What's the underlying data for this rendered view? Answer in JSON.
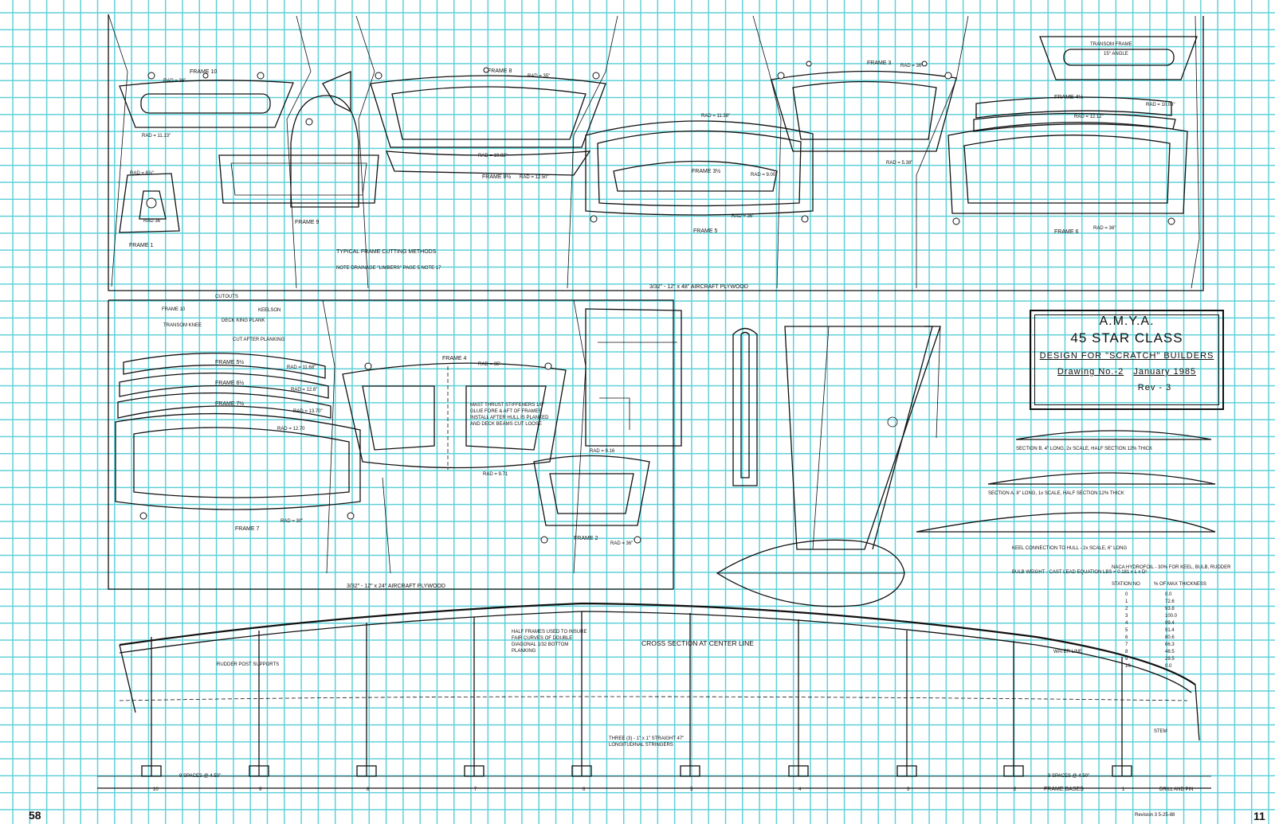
{
  "title_block": {
    "line1": "A.M.Y.A.",
    "line2": "45 STAR CLASS",
    "line3": "DESIGN FOR \"SCRATCH\" BUILDERS",
    "drawing": "Drawing No.-2",
    "date": "January 1985",
    "rev": "Rev - 3"
  },
  "page_left": "58",
  "page_right": "11",
  "frames": {
    "f10": "FRAME 10",
    "f9": "FRAME 9",
    "f8": "FRAME 8",
    "f8h": "FRAME 8½",
    "f3": "FRAME 3",
    "f3h": "FRAME 3½",
    "f5": "FRAME 5",
    "f4h": "FRAME 4½",
    "f6": "FRAME 6",
    "f1": "FRAME 1",
    "f5h": "FRAME 5½",
    "f6h": "FRAME 6½",
    "f7h": "FRAME 7½",
    "f7": "FRAME 7",
    "f4": "FRAME 4",
    "f2": "FRAME 2",
    "transom": "TRANSOM FRAME",
    "transom_angle": "15° ANGLE",
    "transom_knee": "TRANSOM KNEE",
    "frame10_top": "FRAME 10",
    "cutouts": "CUTOUTS",
    "keelson": "KEELSON",
    "deck_king": "DECK KING PLANK",
    "cut_after": "CUT AFTER PLANKING"
  },
  "radii": {
    "r10": "RAD = 36\"",
    "r10b": "RAD = 11.13\"",
    "r8": "RAD = 35\"",
    "r8h": "RAD = 19.82\"",
    "r8h2": "RAD = 12.50\"",
    "r3": "RAD = 36\"",
    "r3b": "RAD = 5.38\"",
    "r3h": "RAD = 11.38\"",
    "r3h2": "RAD = 9.00\"",
    "r5": "RAD = 36\"",
    "r45": "RAD = 10.08\"",
    "r45b": "RAD = 12.12\"",
    "r6": "RAD = 36\"",
    "r1": "RAD = 8⅞\"",
    "r1b": "RAD 36\"",
    "r55": "RAD = 11.68\"",
    "r65": "RAD = 12.6\"",
    "r75": "RAD = 13.70\"",
    "r7a": "RAD = 12.70",
    "r7": "RAD = 30\"",
    "r4": "RAD = 35\"",
    "r4b": "RAD = 9.71",
    "r2": "RAD = 9.16",
    "r2b": "RAD = 36\""
  },
  "notes": {
    "cutting": "TYPICAL FRAME CUTTING METHODS",
    "drainage": "NOTE DRAINAGE \"LIMBERS\" PAGE 5 NOTE 17",
    "plywood1": "3/32\" - 12\" x 48\" AIRCRAFT PLYWOOD",
    "plywood2": "3/32\" - 12\" x 24\" AIRCRAFT PLYWOOD",
    "mast_thrust": "MAST THRUST STIFFENERS 1/8\" GLUE FORE & AFT OF FRAMES INSTALL AFTER HULL IS PLANKED AND DECK BEAMS CUT LOOSE",
    "cross_section": "CROSS SECTION AT CENTER LINE",
    "spaces_left": "9 SPACES @ 4.50\"",
    "spaces_right": "9 SPACES @ 4.50\"",
    "frame_bases": "FRAME BASES",
    "drill_pin": "DRILL AND PIN",
    "stem": "STEM",
    "water_line": "WATER LINE",
    "bulb_formula": "BULB WEIGHT - CAST LEAD EQUATION LBS = 0.181 x L x D²",
    "naca": "NACA HYDROFOIL - 30% FOR KEEL, BULB, RUDDER",
    "keel_conn": "KEEL CONNECTION TO HULL - 2x SCALE, 6\" LONG",
    "section_b": "SECTION B, 4\" LONG, 2x SCALE, HALF SECTION 12% THICK",
    "section_a": "SECTION A, 8\" LONG, 1x SCALE, HALF SECTION 12% THICK",
    "half_frames": "HALF FRAMES USED TO INSURE FAIR CURVES OF DOUBLE DIAGONAL 1/32 BOTTOM PLANKING",
    "stringers": "THREE (3) - 1\" x 1\" STRAIGHT 47\" LONGITUDINAL STRINGERS",
    "rudder_post": "RUDDER POST SUPPORTS",
    "revision": "Revision 3  5-25-88"
  },
  "station_table": {
    "header1": "STATION NO",
    "header2": "% OF MAX THICKNESS",
    "rows": [
      [
        "0",
        "0.0"
      ],
      [
        "1",
        "72.6"
      ],
      [
        "2",
        "93.8"
      ],
      [
        "3",
        "100.0"
      ],
      [
        "4",
        "99.4"
      ],
      [
        "5",
        "91.4"
      ],
      [
        "6",
        "80.6"
      ],
      [
        "7",
        "66.3"
      ],
      [
        "8",
        "48.5"
      ],
      [
        "9",
        "29.5"
      ],
      [
        "10",
        "0.0"
      ]
    ]
  },
  "frame_numbers": [
    "10",
    "9",
    "8",
    "7",
    "6",
    "5",
    "4",
    "3",
    "2",
    "1"
  ]
}
